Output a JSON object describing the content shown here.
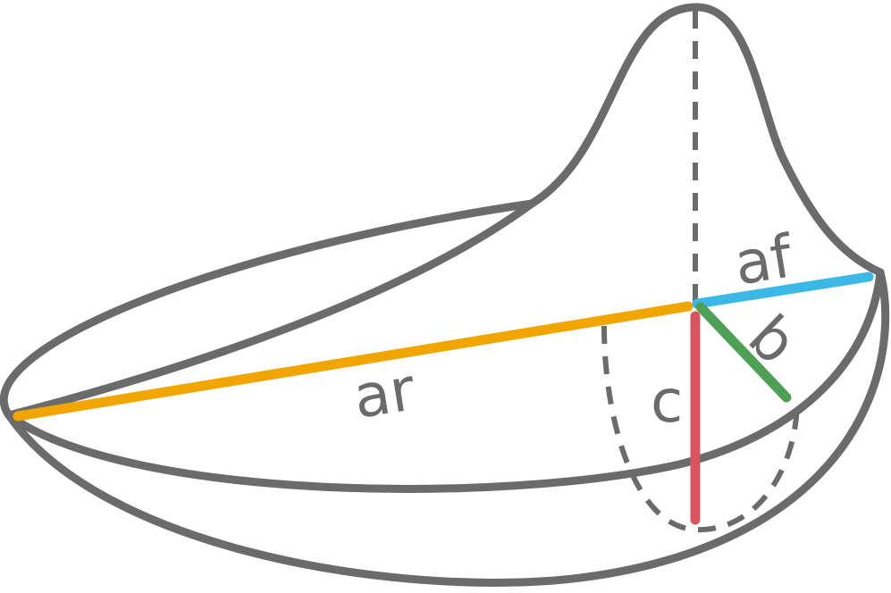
{
  "colors": {
    "outline": "#6b6b6b",
    "ar": "#f0a500",
    "af": "#3bb8e6",
    "b": "#4f9f57",
    "c": "#d9545c",
    "label": "#6b6b6b",
    "background": "#ffffff"
  },
  "labels": {
    "ar": "ar",
    "af": "af",
    "b": "b",
    "c": "c"
  }
}
